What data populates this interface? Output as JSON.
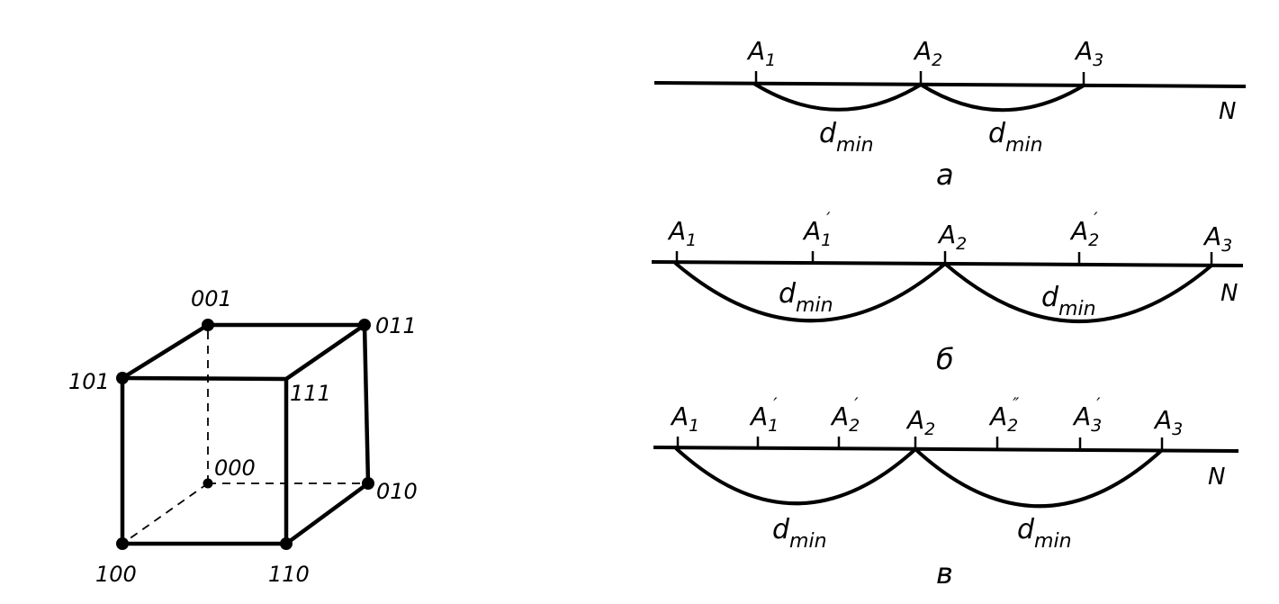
{
  "cube": {
    "vertices": [
      {
        "id": "000",
        "label": "000"
      },
      {
        "id": "001",
        "label": "001"
      },
      {
        "id": "010",
        "label": "010"
      },
      {
        "id": "011",
        "label": "011"
      },
      {
        "id": "100",
        "label": "100"
      },
      {
        "id": "101",
        "label": "101"
      },
      {
        "id": "110",
        "label": "110"
      },
      {
        "id": "111",
        "label": "111"
      }
    ]
  },
  "panels": [
    {
      "caption": "а",
      "axis_label": "N",
      "points": [
        {
          "base": "A",
          "sub": "1",
          "prime": ""
        },
        {
          "base": "A",
          "sub": "2",
          "prime": ""
        },
        {
          "base": "A",
          "sub": "3",
          "prime": ""
        }
      ],
      "arc_labels": [
        {
          "base": "d",
          "sub": "min"
        },
        {
          "base": "d",
          "sub": "min"
        }
      ]
    },
    {
      "caption": "б",
      "axis_label": "N",
      "points": [
        {
          "base": "A",
          "sub": "1",
          "prime": ""
        },
        {
          "base": "A",
          "sub": "1",
          "prime": "′"
        },
        {
          "base": "A",
          "sub": "2",
          "prime": ""
        },
        {
          "base": "A",
          "sub": "2",
          "prime": "′"
        },
        {
          "base": "A",
          "sub": "3",
          "prime": ""
        }
      ],
      "arc_labels": [
        {
          "base": "d",
          "sub": "min"
        },
        {
          "base": "d",
          "sub": "min"
        }
      ]
    },
    {
      "caption": "в",
      "axis_label": "N",
      "points": [
        {
          "base": "A",
          "sub": "1",
          "prime": ""
        },
        {
          "base": "A",
          "sub": "1",
          "prime": "′"
        },
        {
          "base": "A",
          "sub": "2",
          "prime": "′"
        },
        {
          "base": "A",
          "sub": "2",
          "prime": ""
        },
        {
          "base": "A",
          "sub": "2",
          "prime": "″"
        },
        {
          "base": "A",
          "sub": "3",
          "prime": "′"
        },
        {
          "base": "A",
          "sub": "3",
          "prime": ""
        }
      ],
      "arc_labels": [
        {
          "base": "d",
          "sub": "min"
        },
        {
          "base": "d",
          "sub": "min"
        }
      ]
    }
  ]
}
